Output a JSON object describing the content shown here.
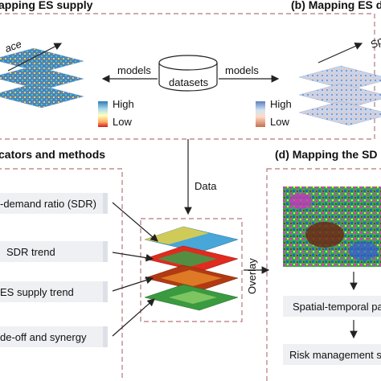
{
  "panel_a": {
    "title": "apping ES supply",
    "space_label": "ace",
    "legend_high": "High",
    "legend_low": "Low",
    "gradient": [
      "#d7191c",
      "#fdae61",
      "#ffffbf",
      "#abd9e9",
      "#2c7bb6"
    ]
  },
  "panel_b": {
    "title": "(b) Mapping ES de",
    "space_label": "Sp",
    "legend_high": "High",
    "legend_low": "Low",
    "gradient": [
      "#b2182b",
      "#ef8a62",
      "#fddbc7",
      "#d1e5f0",
      "#67a9cf"
    ]
  },
  "center": {
    "models_left": "models",
    "models_right": "models",
    "datasets": "datasets",
    "data_label": "Data",
    "overlay_label": "Overlay"
  },
  "panel_c": {
    "title": "cators and methods",
    "items": [
      "-demand ratio (SDR)",
      "SDR trend",
      "ES supply trend",
      "de-off and synergy"
    ]
  },
  "panel_d": {
    "title": "(d) Mapping the SD",
    "step1": "Spatial-temporal pa",
    "step2": "Risk management st"
  },
  "colors": {
    "dashed_border": "#b5777b",
    "box_fill": "#eef0f3",
    "arrow": "#222222"
  }
}
